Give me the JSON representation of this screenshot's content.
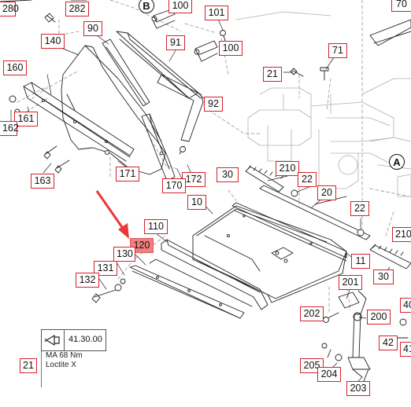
{
  "callouts": {
    "c10": "10",
    "c11": "11",
    "c20": "20",
    "c21a": "21",
    "c21b": "21",
    "c22a": "22",
    "c22b": "22",
    "c30a": "30",
    "c30b": "30",
    "c40": "40",
    "c41": "41",
    "c42": "42",
    "c70": "70",
    "c71": "71",
    "c90": "90",
    "c91": "91",
    "c92": "92",
    "c100a": "100",
    "c100b": "100",
    "c101": "101",
    "c110": "110",
    "c120": "120",
    "c130": "130",
    "c131": "131",
    "c132": "132",
    "c140": "140",
    "c160": "160",
    "c161": "161",
    "c162": "162",
    "c163": "163",
    "c170": "170",
    "c171": "171",
    "c172": "172",
    "c200": "200",
    "c201": "201",
    "c202": "202",
    "c203": "203",
    "c204": "204",
    "c205": "205",
    "c210a": "210",
    "c210b": "210",
    "c280": "280",
    "c282": "282"
  },
  "letters": {
    "b": "B",
    "a": "A"
  },
  "highlight": {
    "color": "#f08080",
    "part": "120"
  },
  "reference": {
    "number": "41.30.00",
    "icon": "oil-can-icon"
  },
  "torque": {
    "callout": "21",
    "line1": "MA 68 Nm",
    "line2": "Loctite X"
  }
}
